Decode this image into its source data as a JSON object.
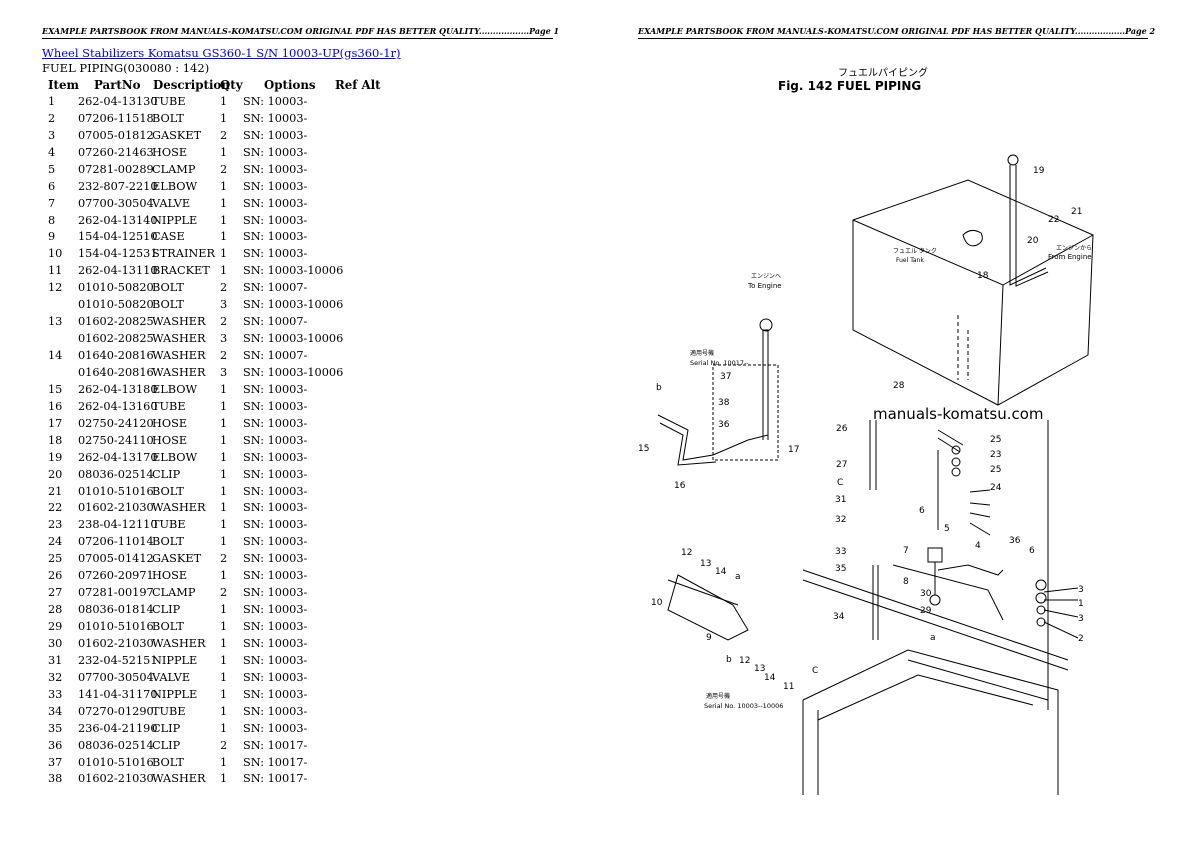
{
  "header": {
    "page1": "EXAMPLE PARTSBOOK FROM MANUALS-KOMATSU.COM ORIGINAL PDF HAS BETTER QUALITY..................Page 1",
    "page2": "EXAMPLE PARTSBOOK FROM MANUALS-KOMATSU.COM ORIGINAL PDF HAS BETTER QUALITY..................Page 2"
  },
  "title_link": "Wheel Stabilizers Komatsu GS360-1 S/N 10003-UP(gs360-1r)",
  "subtitle": "FUEL PIPING(030080 : 142)",
  "table": {
    "headers": [
      "Item",
      "PartNo",
      "Description",
      "Qty",
      "Options",
      "Ref Alt"
    ],
    "rows": [
      [
        "1",
        "262-04-13130",
        "TUBE",
        "1",
        "SN: 10003-"
      ],
      [
        "2",
        "07206-11518",
        "BOLT",
        "1",
        "SN: 10003-"
      ],
      [
        "3",
        "07005-01812",
        "GASKET",
        "2",
        "SN: 10003-"
      ],
      [
        "4",
        "07260-21463",
        "HOSE",
        "1",
        "SN: 10003-"
      ],
      [
        "5",
        "07281-00289",
        "CLAMP",
        "2",
        "SN: 10003-"
      ],
      [
        "6",
        "232-807-2210",
        "ELBOW",
        "1",
        "SN: 10003-"
      ],
      [
        "7",
        "07700-30504",
        "VALVE",
        "1",
        "SN: 10003-"
      ],
      [
        "8",
        "262-04-13140",
        "NIPPLE",
        "1",
        "SN: 10003-"
      ],
      [
        "9",
        "154-04-12510",
        "CASE",
        "1",
        "SN: 10003-"
      ],
      [
        "10",
        "154-04-12531",
        "STRAINER",
        "1",
        "SN: 10003-"
      ],
      [
        "11",
        "262-04-13110",
        "BRACKET",
        "1",
        "SN: 10003-10006"
      ],
      [
        "12",
        "01010-50820",
        "BOLT",
        "2",
        "SN: 10007-"
      ],
      [
        "",
        "01010-50820",
        "BOLT",
        "3",
        "SN: 10003-10006"
      ],
      [
        "13",
        "01602-20825",
        "WASHER",
        "2",
        "SN: 10007-"
      ],
      [
        "",
        "01602-20825",
        "WASHER",
        "3",
        "SN: 10003-10006"
      ],
      [
        "14",
        "01640-20816",
        "WASHER",
        "2",
        "SN: 10007-"
      ],
      [
        "",
        "01640-20816",
        "WASHER",
        "3",
        "SN: 10003-10006"
      ],
      [
        "15",
        "262-04-13180",
        "ELBOW",
        "1",
        "SN: 10003-"
      ],
      [
        "16",
        "262-04-13160",
        "TUBE",
        "1",
        "SN: 10003-"
      ],
      [
        "17",
        "02750-24120",
        "HOSE",
        "1",
        "SN: 10003-"
      ],
      [
        "18",
        "02750-24110",
        "HOSE",
        "1",
        "SN: 10003-"
      ],
      [
        "19",
        "262-04-13170",
        "ELBOW",
        "1",
        "SN: 10003-"
      ],
      [
        "20",
        "08036-02514",
        "CLIP",
        "1",
        "SN: 10003-"
      ],
      [
        "21",
        "01010-51016",
        "BOLT",
        "1",
        "SN: 10003-"
      ],
      [
        "22",
        "01602-21030",
        "WASHER",
        "1",
        "SN: 10003-"
      ],
      [
        "23",
        "238-04-12110",
        "TUBE",
        "1",
        "SN: 10003-"
      ],
      [
        "24",
        "07206-11014",
        "BOLT",
        "1",
        "SN: 10003-"
      ],
      [
        "25",
        "07005-01412",
        "GASKET",
        "2",
        "SN: 10003-"
      ],
      [
        "26",
        "07260-20971",
        "HOSE",
        "1",
        "SN: 10003-"
      ],
      [
        "27",
        "07281-00197",
        "CLAMP",
        "2",
        "SN: 10003-"
      ],
      [
        "28",
        "08036-01814",
        "CLIP",
        "1",
        "SN: 10003-"
      ],
      [
        "29",
        "01010-51016",
        "BOLT",
        "1",
        "SN: 10003-"
      ],
      [
        "30",
        "01602-21030",
        "WASHER",
        "1",
        "SN: 10003-"
      ],
      [
        "31",
        "232-04-52151",
        "NIPPLE",
        "1",
        "SN: 10003-"
      ],
      [
        "32",
        "07700-30504",
        "VALVE",
        "1",
        "SN: 10003-"
      ],
      [
        "33",
        "141-04-31170",
        "NIPPLE",
        "1",
        "SN: 10003-"
      ],
      [
        "34",
        "07270-01290",
        "TUBE",
        "1",
        "SN: 10003-"
      ],
      [
        "35",
        "236-04-21190",
        "CLIP",
        "1",
        "SN: 10003-"
      ],
      [
        "36",
        "08036-02514",
        "CLIP",
        "2",
        "SN: 10017-"
      ],
      [
        "37",
        "01010-51016",
        "BOLT",
        "1",
        "SN: 10017-"
      ],
      [
        "38",
        "01602-21030",
        "WASHER",
        "1",
        "SN: 10017-"
      ]
    ]
  },
  "diagram": {
    "jp_title": "フュエルパイピング",
    "fig_title": "Fig. 142 FUEL PIPING",
    "watermark": "manuals-komatsu.com",
    "tank_jp": "フュエル タンク",
    "tank_en": "Fuel Tank",
    "to_engine_jp": "エンジンへ",
    "to_engine": "To Engine",
    "from_engine_jp": "エンジンから",
    "from_engine": "From Engine",
    "serial_jp_1": "適用号機",
    "serial_1": "Serial No. 10017--",
    "serial_jp_2": "適用号機",
    "serial_2": "Serial No. 10003--10006",
    "callouts": [
      {
        "t": "19"
      },
      {
        "t": "22"
      },
      {
        "t": "21"
      },
      {
        "t": "20"
      },
      {
        "t": "18"
      },
      {
        "t": "37"
      },
      {
        "t": "38"
      },
      {
        "t": "36"
      },
      {
        "t": "17"
      },
      {
        "t": "b"
      },
      {
        "t": "15"
      },
      {
        "t": "16"
      },
      {
        "t": "28"
      },
      {
        "t": "26"
      },
      {
        "t": "25"
      },
      {
        "t": "23"
      },
      {
        "t": "25"
      },
      {
        "t": "24"
      },
      {
        "t": "27"
      },
      {
        "t": "C"
      },
      {
        "t": "31"
      },
      {
        "t": "32"
      },
      {
        "t": "33"
      },
      {
        "t": "35"
      },
      {
        "t": "34"
      },
      {
        "t": "6"
      },
      {
        "t": "5"
      },
      {
        "t": "4"
      },
      {
        "t": "36"
      },
      {
        "t": "6"
      },
      {
        "t": "7"
      },
      {
        "t": "8"
      },
      {
        "t": "a"
      },
      {
        "t": "30"
      },
      {
        "t": "29"
      },
      {
        "t": "3"
      },
      {
        "t": "1"
      },
      {
        "t": "3"
      },
      {
        "t": "2"
      },
      {
        "t": "12"
      },
      {
        "t": "13"
      },
      {
        "t": "14"
      },
      {
        "t": "a"
      },
      {
        "t": "10"
      },
      {
        "t": "9"
      },
      {
        "t": "12"
      },
      {
        "t": "13"
      },
      {
        "t": "14"
      },
      {
        "t": "b"
      },
      {
        "t": "C"
      },
      {
        "t": "11"
      }
    ]
  }
}
